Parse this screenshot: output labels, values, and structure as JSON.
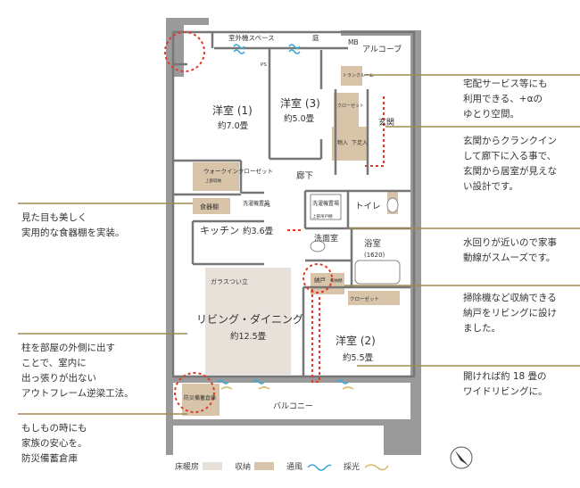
{
  "rooms": {
    "western1": "洋室 (1)",
    "western1_size": "約7.0畳",
    "western3": "洋室 (3)",
    "western3_size": "約5.0畳",
    "western2": "洋室 (2)",
    "western2_size": "約5.5畳",
    "kitchen": "キッチン",
    "kitchen_size": "約3.6畳",
    "living": "リビング・ダイニング",
    "living_size": "約12.5畳",
    "corridor": "廊下",
    "entrance": "玄関",
    "toilet": "トイレ",
    "washroom": "洗面室",
    "bath": "浴室",
    "bath_size": "(1620)",
    "balcony": "バルコニー",
    "alcove": "アルコーブ",
    "outdoor_unit": "室外機スペース",
    "garden": "庭",
    "mb": "MB"
  },
  "small_labels": {
    "trunk_room": "トランクルーム",
    "ps": "PS",
    "walkin": "ウォークインクローゼット",
    "walkin_sub": "上部収納",
    "dish_shelf": "食器棚",
    "washer_dryer": "洗濯機置場",
    "washer": "洗濯機置場",
    "washer_sub": "上部吊戸棚",
    "storage_in": "物入",
    "shoe_box": "下足入",
    "closet": "クローゼット",
    "closet2": "クローゼット",
    "pantry": "納戸",
    "pantry_sub": "収納棚",
    "emergency": "防災備蓄倉庫",
    "glass_wall": "ガラスつい立"
  },
  "notes": {
    "delivery": [
      "宅配サービス等にも",
      "利用できる、+αの",
      "ゆとり空間。"
    ],
    "entrance_note": [
      "玄関からクランクイン",
      "して廊下に入る事で、",
      "玄関から居室が見えな",
      "い設計です。"
    ],
    "dish_note": [
      "見た目も美しく",
      "実用的な食器棚を実装。"
    ],
    "water_note": [
      "水回りが近いので家事",
      "動線がスムーズです。"
    ],
    "pantry_note": [
      "掃除機など収納できる",
      "納戸をリビングに設け",
      "ました。"
    ],
    "pillar_note": [
      "柱を部屋の外側に出す",
      "ことで、室内に",
      "出っ張りが出ない",
      "アウトフレーム逆梁工法。"
    ],
    "wide_note": [
      "開ければ約 18 畳の",
      "ワイドリビングに。"
    ],
    "storage_note": [
      "もしもの時にも",
      "家族の安心を。",
      "防災備蓄倉庫"
    ]
  },
  "legend": {
    "floor_heat": "床暖房",
    "storage": "収納",
    "ventilation": "通風",
    "daylight": "採光"
  },
  "colors": {
    "floor_heat": "#e7e1d9",
    "storage": "#d8c4a9",
    "ventilation": "#3ba7d6",
    "daylight": "#d4b866",
    "dotted_red": "#e03a2a",
    "leader": "#a08a52"
  }
}
